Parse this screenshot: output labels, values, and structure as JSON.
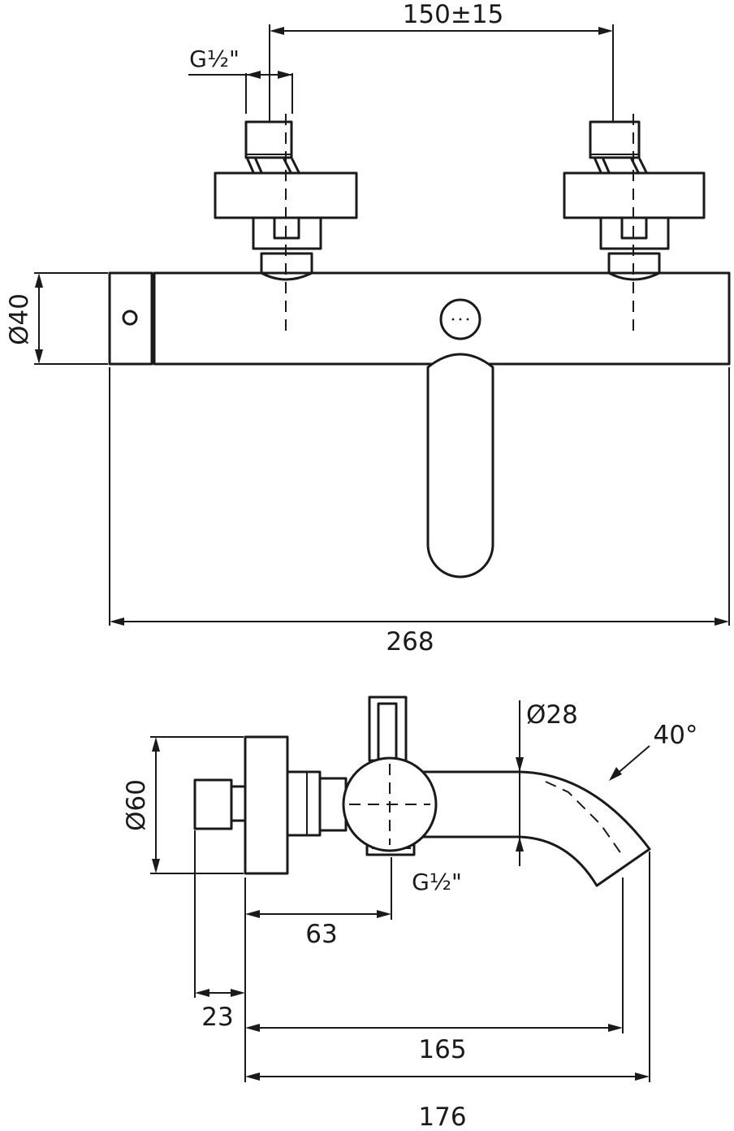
{
  "front_view": {
    "dims": {
      "inlet_spacing": "150±15",
      "thread_top": "G½\"",
      "body_diameter": "Ø40",
      "total_width": "268"
    }
  },
  "side_view": {
    "dims": {
      "spout_diameter": "Ø28",
      "spout_angle": "40°",
      "flange_diameter": "Ø60",
      "thread_bottom": "G½\"",
      "outlet_offset": "63",
      "inlet_length": "23",
      "spout_reach": "165",
      "total_depth": "176"
    }
  }
}
